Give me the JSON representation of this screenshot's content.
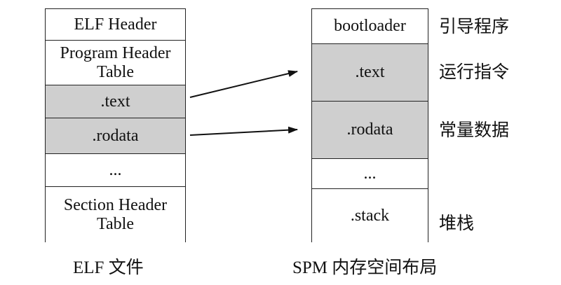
{
  "elf": {
    "caption": "ELF 文件",
    "segments": {
      "elf_header": "ELF Header",
      "program_header": "Program Header Table",
      "text": ".text",
      "rodata": ".rodata",
      "ellipsis": "...",
      "section_header": "Section Header Table"
    }
  },
  "spm": {
    "caption": "SPM 内存空间布局",
    "segments": {
      "bootloader": "bootloader",
      "text": ".text",
      "rodata": ".rodata",
      "ellipsis": "...",
      "stack": ".stack"
    },
    "annotations": {
      "bootloader": "引导程序",
      "text": "运行指令",
      "rodata": "常量数据",
      "stack": "堆栈"
    }
  },
  "colors": {
    "shaded": "#cfcfcf",
    "line": "#222222"
  }
}
